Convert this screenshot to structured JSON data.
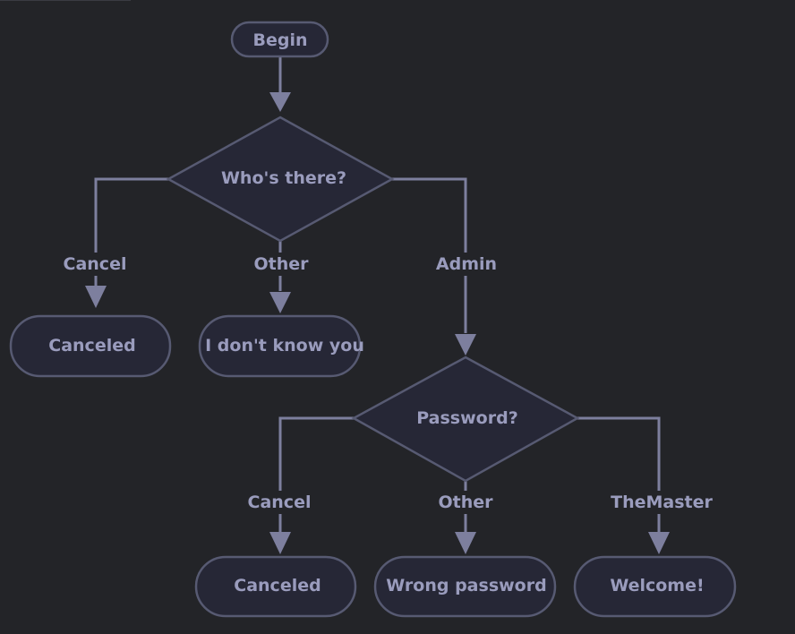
{
  "diagram": {
    "start": {
      "label": "Begin"
    },
    "decision1": {
      "label": "Who's there?"
    },
    "decision1_edges": {
      "cancel": "Cancel",
      "other": "Other",
      "admin": "Admin"
    },
    "end_canceled_1": {
      "label": "Canceled"
    },
    "end_unknown": {
      "label": "I don't know you"
    },
    "decision2": {
      "label": "Password?"
    },
    "decision2_edges": {
      "cancel": "Cancel",
      "other": "Other",
      "master": "TheMaster"
    },
    "end_canceled_2": {
      "label": "Canceled"
    },
    "end_wrong": {
      "label": "Wrong password"
    },
    "end_welcome": {
      "label": "Welcome!"
    }
  },
  "colors": {
    "background": "#232428",
    "node_fill": "#262736",
    "node_stroke": "#575a72",
    "edge": "#7d7f9e",
    "text": "#9a9cbd"
  }
}
